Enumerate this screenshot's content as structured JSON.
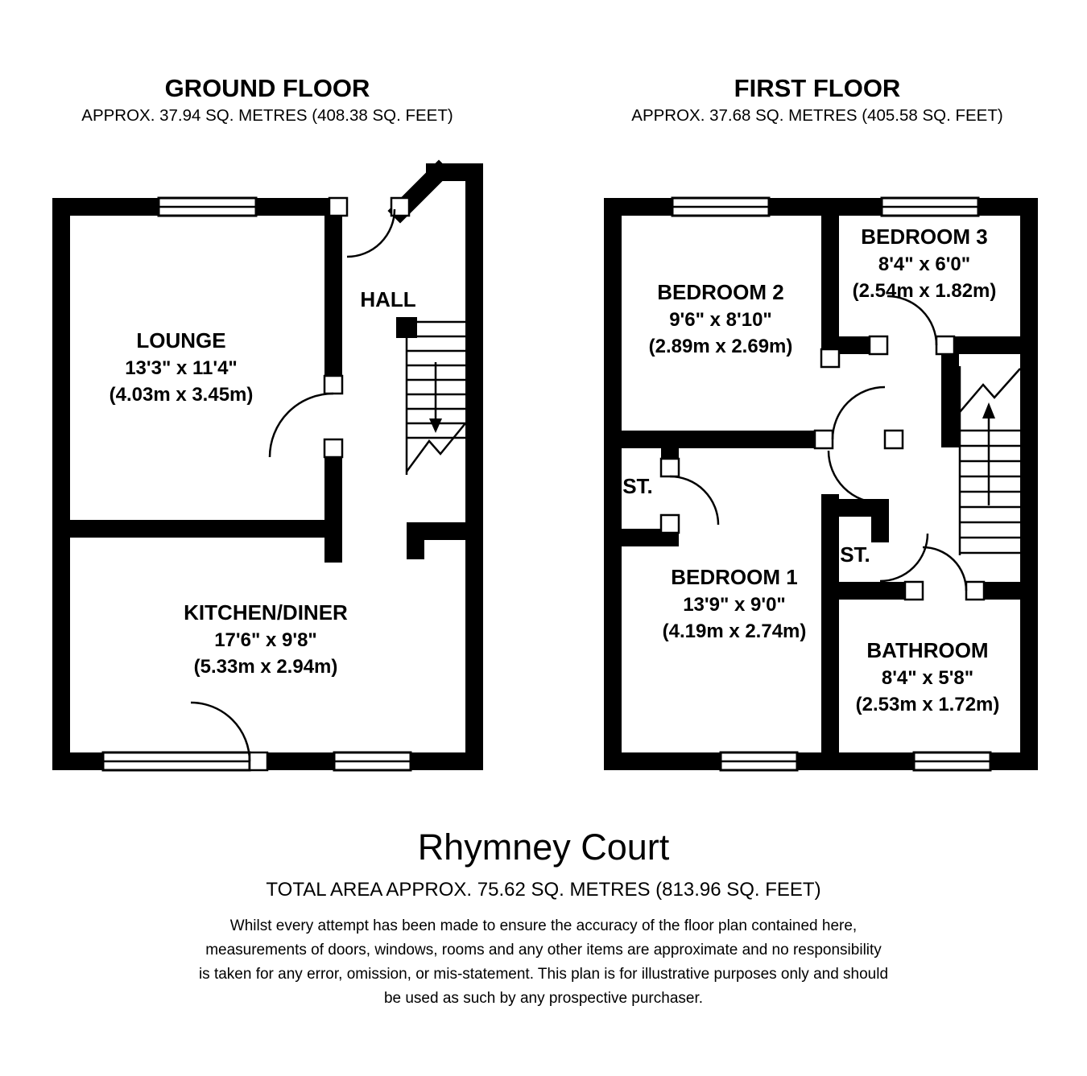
{
  "colors": {
    "walls": "#000000",
    "background": "#ffffff",
    "text": "#000000"
  },
  "main": {
    "title": "Rhymney Court",
    "total_area": "TOTAL AREA  APPROX. 75.62 SQ. METRES (813.96 SQ. FEET)",
    "disclaimer_line1": "Whilst every attempt has been made to ensure the accuracy of the floor plan contained here,",
    "disclaimer_line2": "measurements of doors, windows, rooms and any other items are approximate and no responsibility",
    "disclaimer_line3": "is taken for any error, omission, or mis-statement. This plan is for illustrative purposes only and should",
    "disclaimer_line4": "be used as such by any prospective purchaser."
  },
  "ground_floor": {
    "title": "GROUND FLOOR",
    "area": "APPROX. 37.94 SQ. METRES (408.38 SQ. FEET)",
    "lounge_name": "LOUNGE",
    "lounge_imperial": "13'3\" x 11'4\"",
    "lounge_metric": "(4.03m x 3.45m)",
    "hall_name": "HALL",
    "kitchen_name": "KITCHEN/DINER",
    "kitchen_imperial": "17'6\" x 9'8\"",
    "kitchen_metric": "(5.33m x 2.94m)"
  },
  "first_floor": {
    "title": "FIRST FLOOR",
    "area": "APPROX. 37.68 SQ. METRES (405.58 SQ. FEET)",
    "bedroom2_name": "BEDROOM 2",
    "bedroom2_imperial": "9'6\" x 8'10\"",
    "bedroom2_metric": "(2.89m x 2.69m)",
    "bedroom3_name": "BEDROOM 3",
    "bedroom3_imperial": "8'4\" x 6'0\"",
    "bedroom3_metric": "(2.54m x 1.82m)",
    "storage1_name": "ST.",
    "bedroom1_name": "BEDROOM 1",
    "bedroom1_imperial": "13'9\" x 9'0\"",
    "bedroom1_metric": "(4.19m x 2.74m)",
    "storage2_name": "ST.",
    "bathroom_name": "BATHROOM",
    "bathroom_imperial": "8'4\" x 5'8\"",
    "bathroom_metric": "(2.53m x 1.72m)"
  }
}
